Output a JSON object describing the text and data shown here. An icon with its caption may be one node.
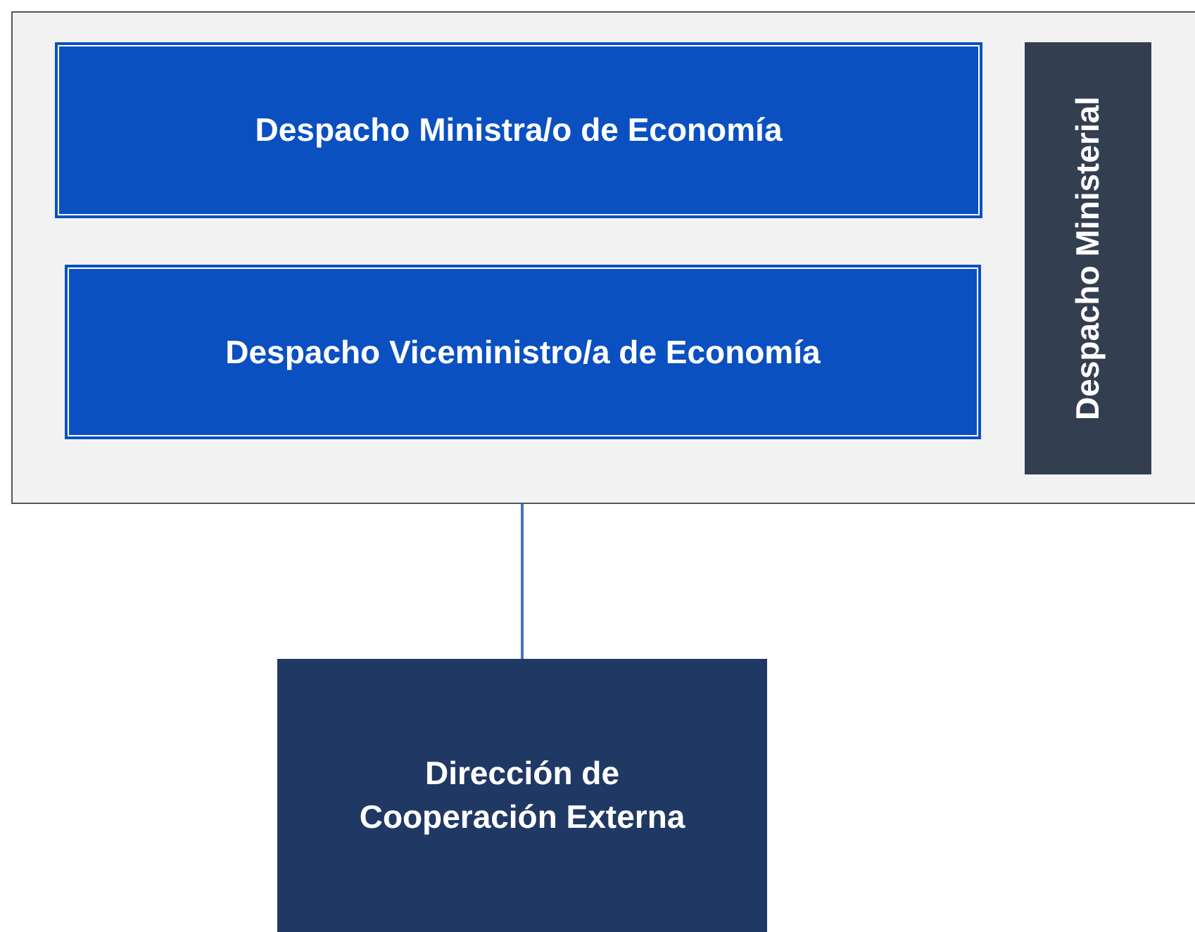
{
  "diagram": {
    "nodes": [
      {
        "text": [],
        "shape": "box"
      },
      {
        "text": [
          "Despacho Ministra/o de Economía"
        ],
        "in": 0
      },
      {
        "text": [
          "Despacho Viceministro/a de Economía"
        ],
        "in": 0
      },
      {
        "text": [
          "Despacho Ministerial"
        ],
        "in": 0
      },
      {
        "text": [
          "Dirección de Cooperación Externa"
        ]
      }
    ],
    "edges": [
      {
        "from": 2,
        "to": 4,
        "arrow": "none"
      }
    ]
  }
}
